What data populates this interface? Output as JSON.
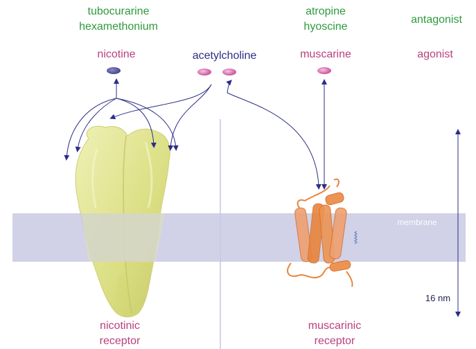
{
  "antagonists": {
    "nicotinic": [
      "tubocurarine",
      "hexamethonium"
    ],
    "muscarinic": [
      "atropine",
      "hyoscine"
    ],
    "category": "antagonist"
  },
  "agonists": {
    "nicotinic": "nicotine",
    "endogenous": "acetylcholine",
    "muscarinic": "muscarine",
    "category": "agonist"
  },
  "membrane_label": "membrane",
  "scale_label": "16 nm",
  "receptors": {
    "nicotinic": [
      "nicotinic",
      "receptor"
    ],
    "muscarinic": [
      "muscarinic",
      "receptor"
    ]
  },
  "colors": {
    "antagonist_text": "#2e9a3e",
    "agonist_text": "#b8407e",
    "acetylcholine_text": "#2b2d86",
    "membrane": "#cccce4",
    "nicotinic_receptor": "#e6e88c",
    "muscarinic_receptor": "#e8843c",
    "arrows": "#2b2d86"
  }
}
